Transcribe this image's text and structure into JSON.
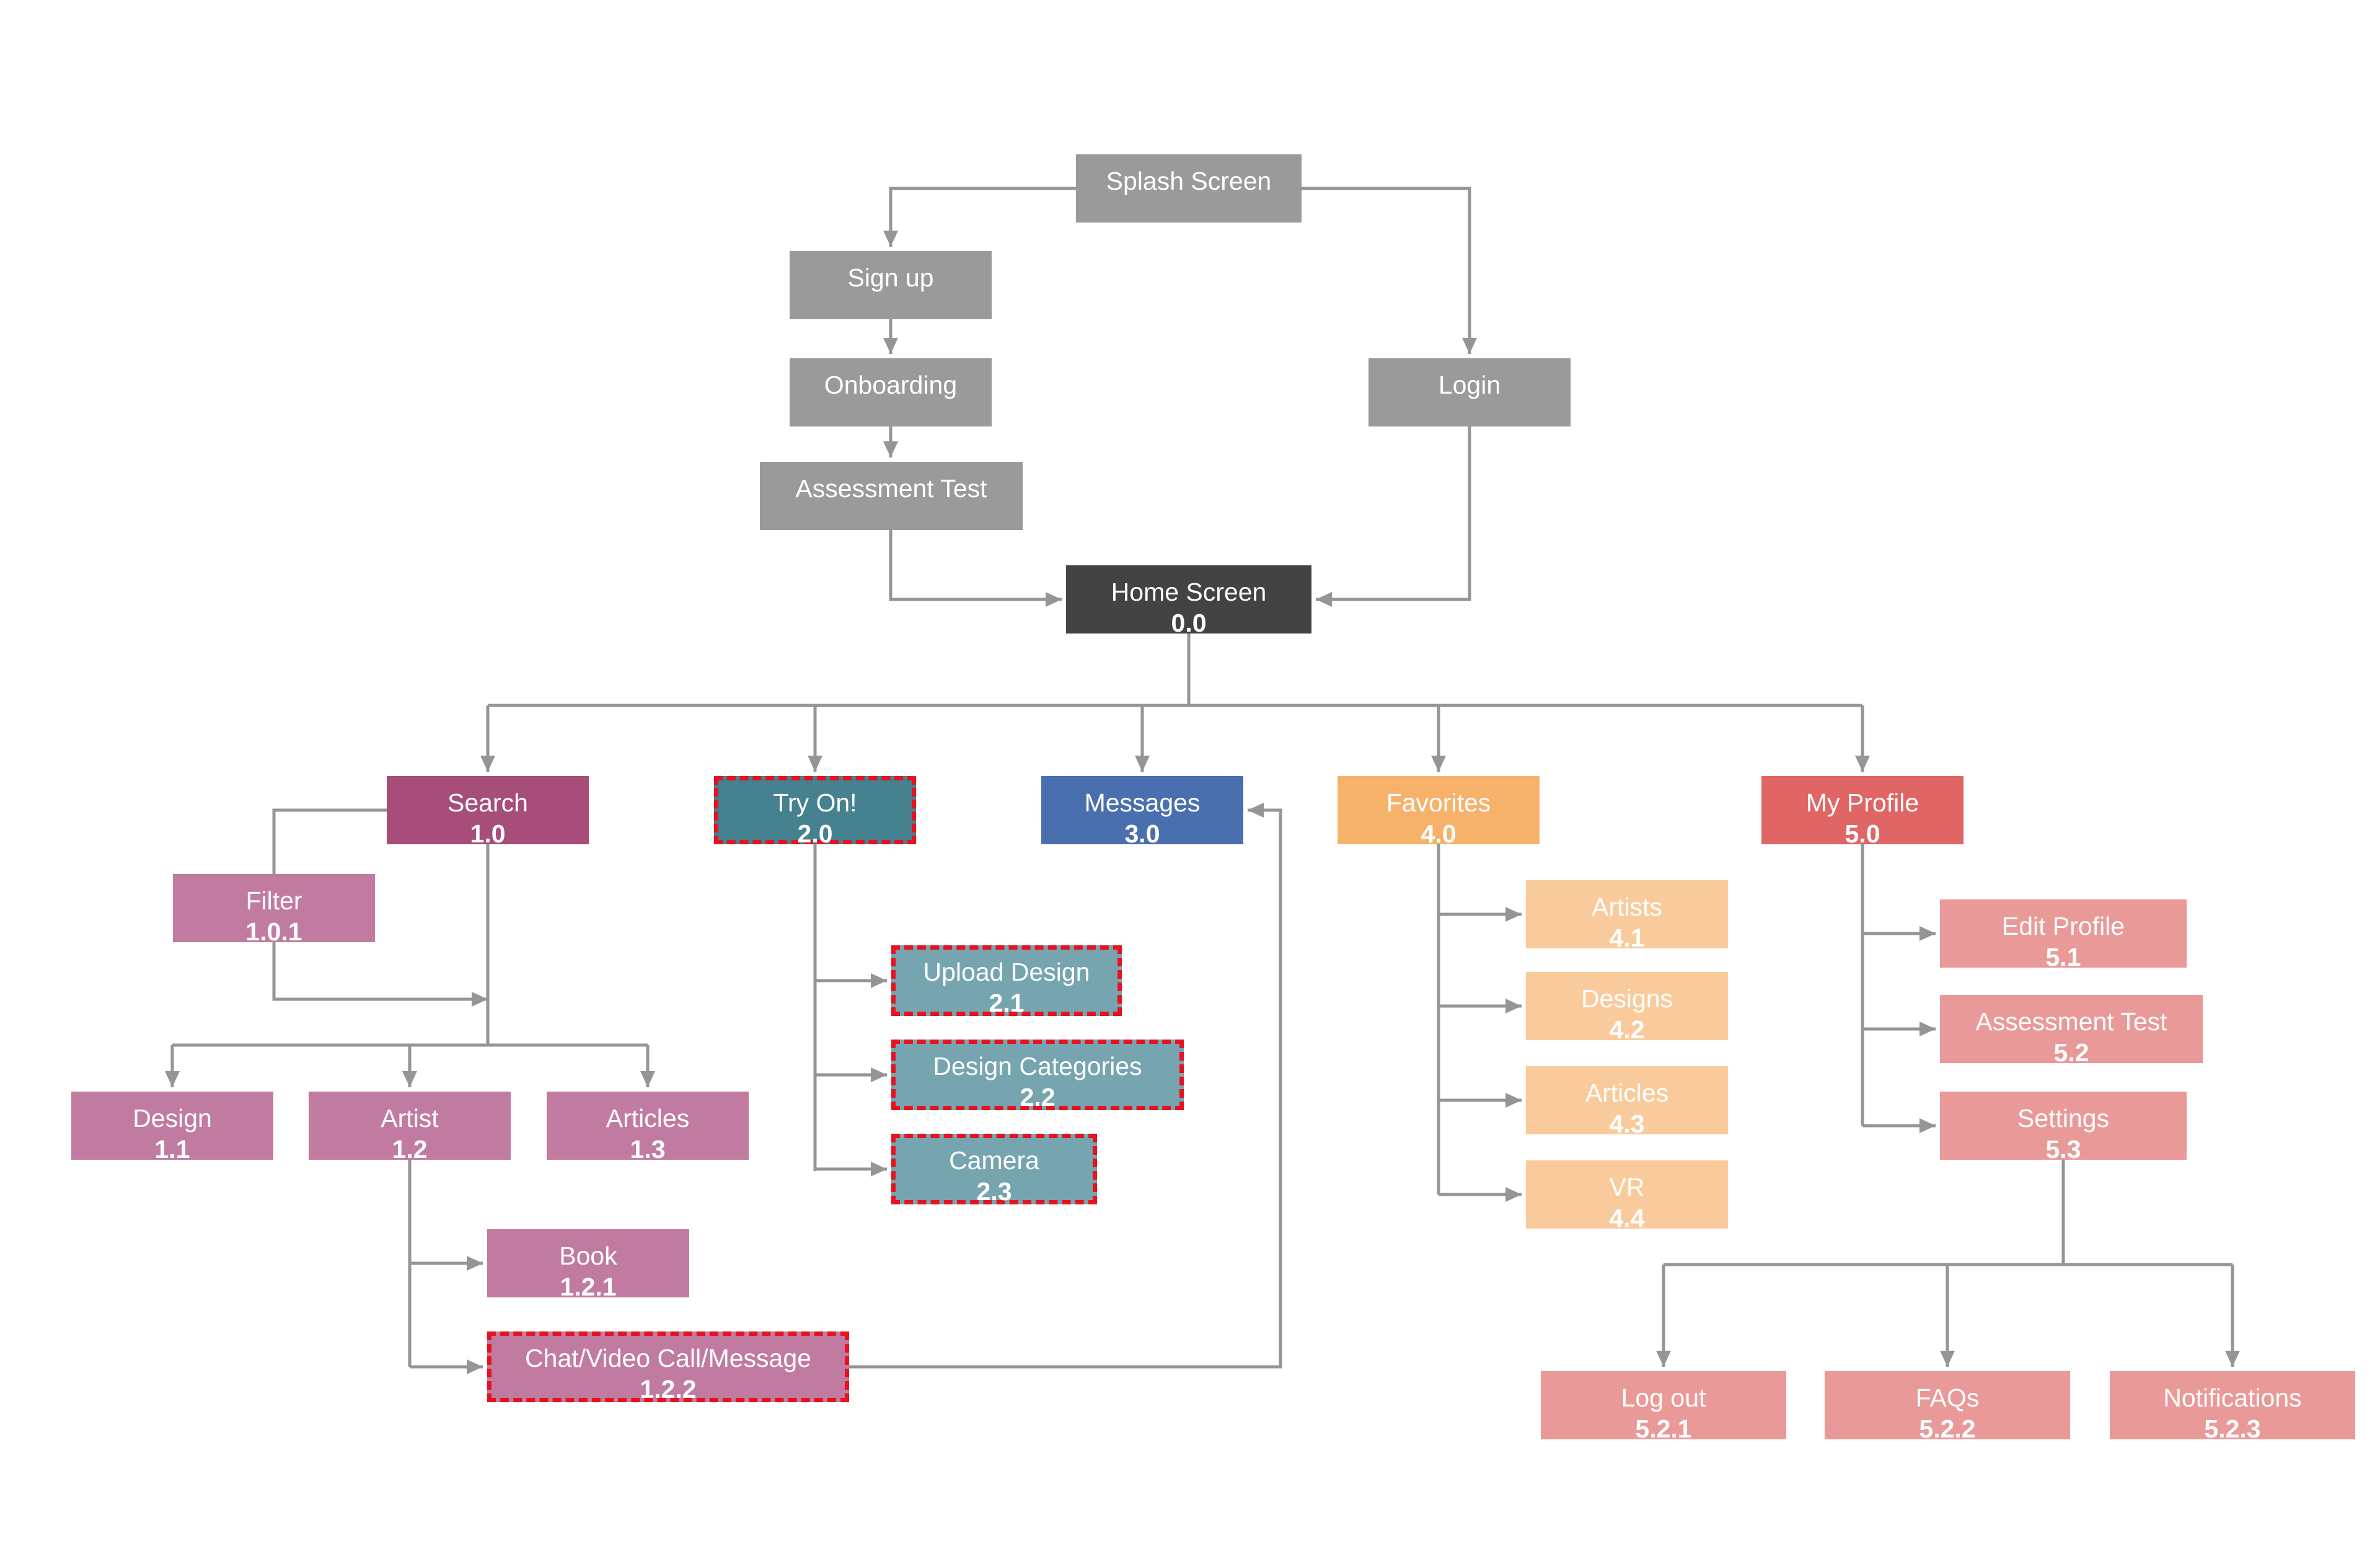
{
  "diagram": {
    "nodes": {
      "splash": {
        "label": "Splash Screen"
      },
      "signup": {
        "label": "Sign up"
      },
      "onboarding": {
        "label": "Onboarding"
      },
      "assessment": {
        "label": "Assessment Test"
      },
      "login": {
        "label": "Login"
      },
      "home": {
        "label": "Home Screen",
        "code": "0.0"
      },
      "search": {
        "label": "Search",
        "code": "1.0"
      },
      "filter": {
        "label": "Filter",
        "code": "1.0.1"
      },
      "design": {
        "label": "Design",
        "code": "1.1"
      },
      "artist": {
        "label": "Artist",
        "code": "1.2"
      },
      "articles": {
        "label": "Articles",
        "code": "1.3"
      },
      "book": {
        "label": "Book",
        "code": "1.2.1"
      },
      "chat": {
        "label": "Chat/Video Call/Message",
        "code": "1.2.2"
      },
      "tryon": {
        "label": "Try On!",
        "code": "2.0"
      },
      "upload": {
        "label": "Upload Design",
        "code": "2.1"
      },
      "categories": {
        "label": "Design Categories",
        "code": "2.2"
      },
      "camera": {
        "label": "Camera",
        "code": "2.3"
      },
      "messages": {
        "label": "Messages",
        "code": "3.0"
      },
      "favorites": {
        "label": "Favorites",
        "code": "4.0"
      },
      "fav_artists": {
        "label": "Artists",
        "code": "4.1"
      },
      "fav_designs": {
        "label": "Designs",
        "code": "4.2"
      },
      "fav_articles": {
        "label": "Articles",
        "code": "4.3"
      },
      "fav_vr": {
        "label": "VR",
        "code": "4.4"
      },
      "profile": {
        "label": "My Profile",
        "code": "5.0"
      },
      "edit_profile": {
        "label": "Edit Profile",
        "code": "5.1"
      },
      "profile_assessment": {
        "label": "Assessment Test",
        "code": "5.2"
      },
      "settings": {
        "label": "Settings",
        "code": "5.3"
      },
      "logout": {
        "label": "Log out",
        "code": "5.2.1"
      },
      "faqs": {
        "label": "FAQs",
        "code": "5.2.2"
      },
      "notifications": {
        "label": "Notifications",
        "code": "5.2.3"
      }
    },
    "colors": {
      "connector": "#959595",
      "flag_border": "#e8111f"
    }
  }
}
